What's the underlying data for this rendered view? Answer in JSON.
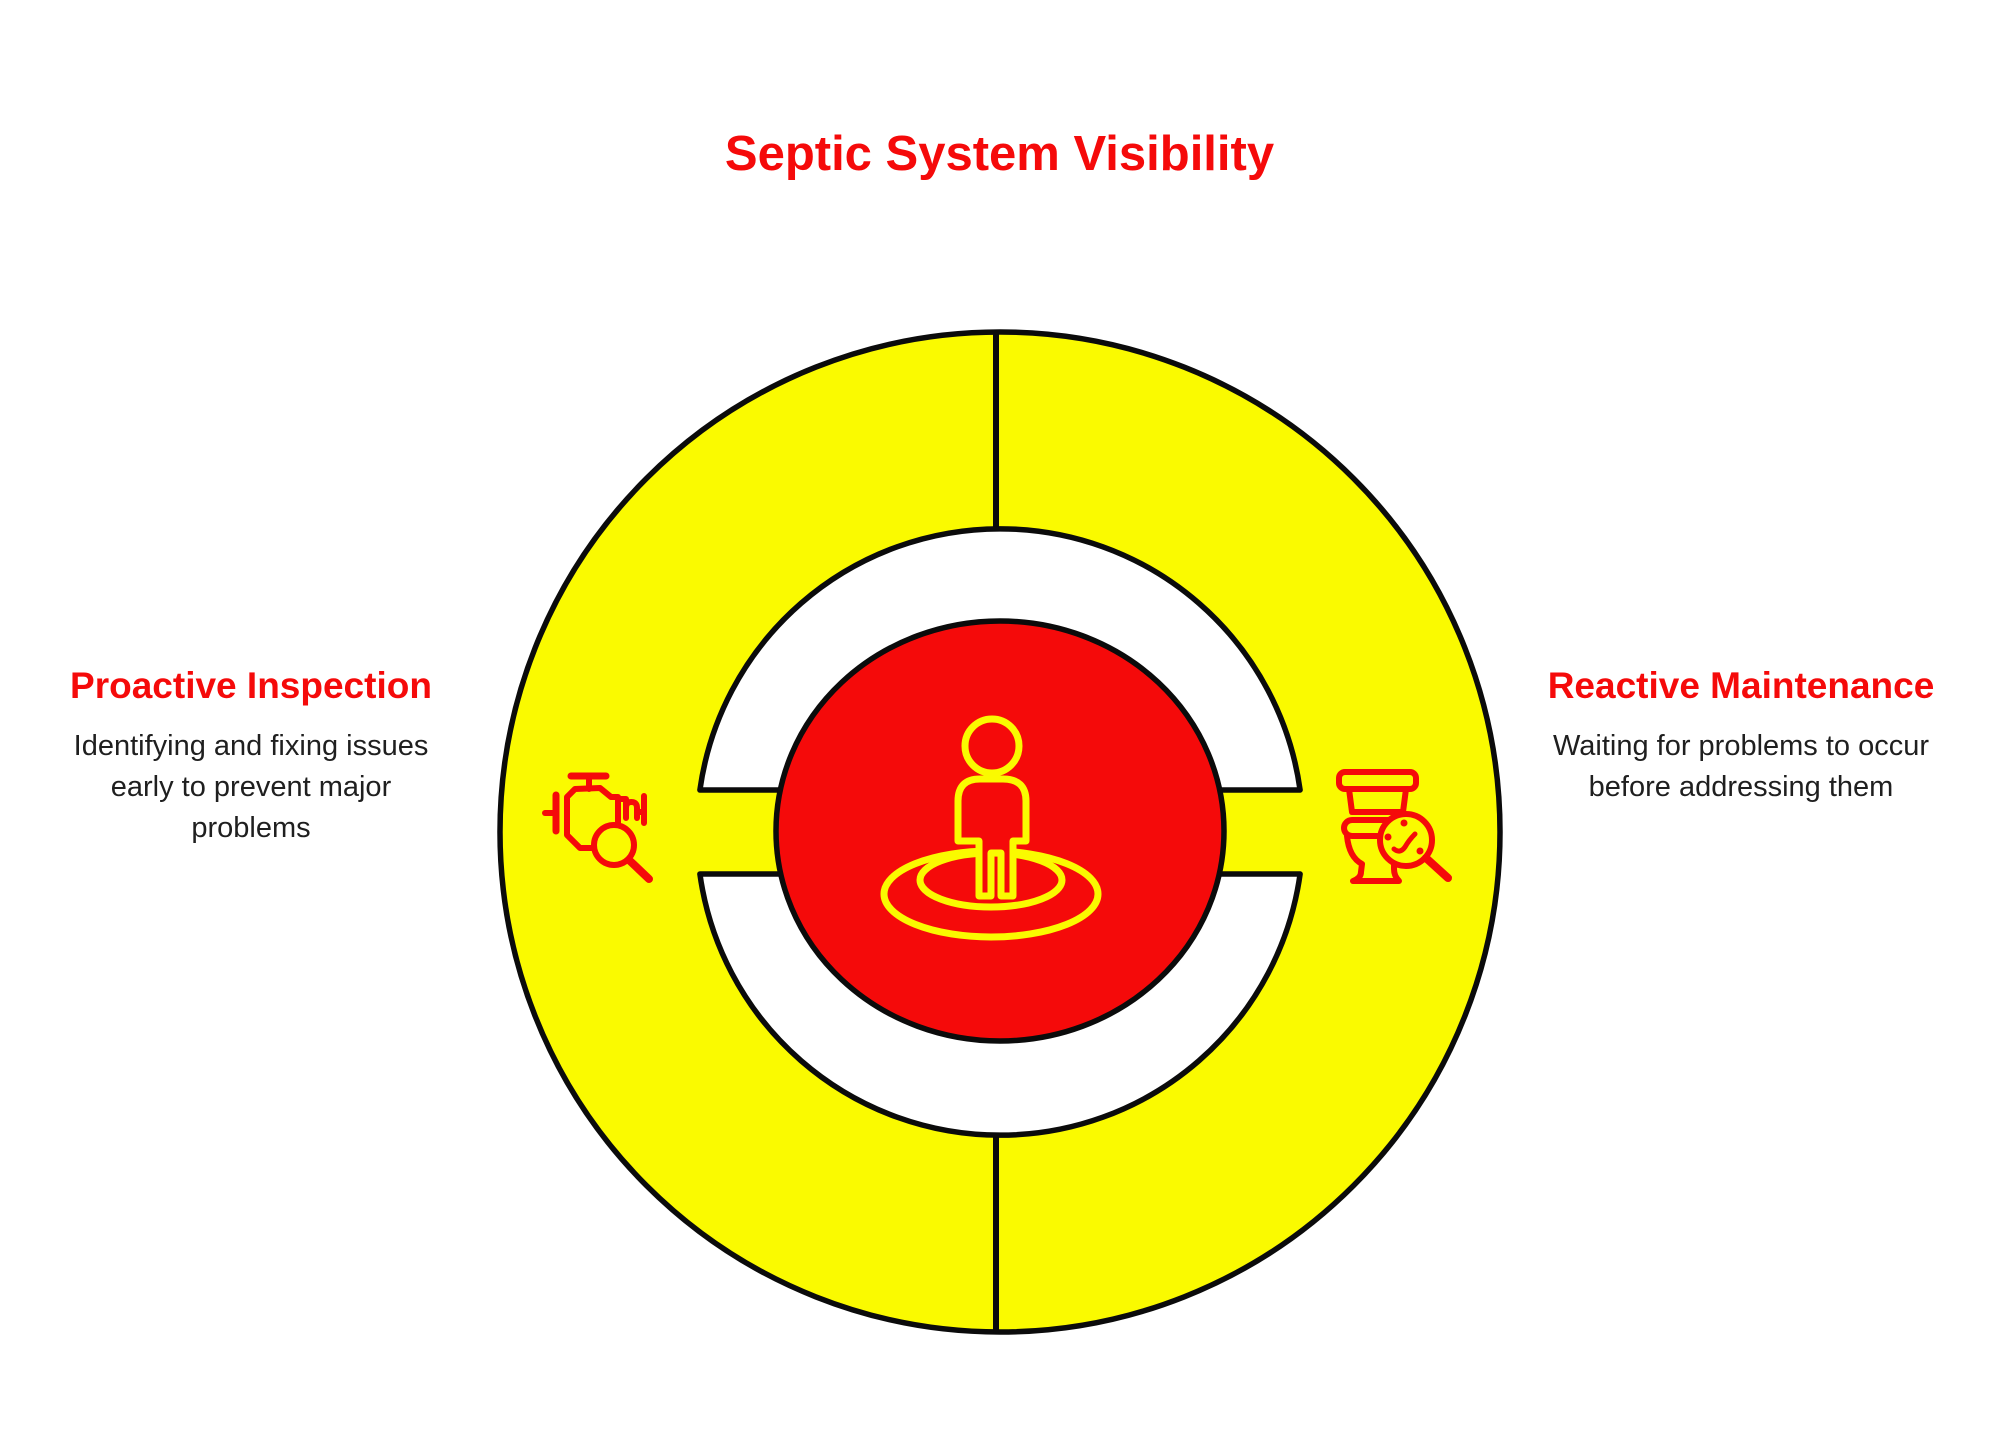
{
  "title": "Septic System Visibility",
  "colors": {
    "red": "#f50a0a",
    "yellow": "#fafa00",
    "outline": "#0b0b0b",
    "body_text": "#1f1f1f",
    "background": "#ffffff"
  },
  "segments": {
    "left": {
      "heading": "Proactive Inspection",
      "description": "Identifying and fixing issues early to prevent major problems",
      "icon": "engine-inspection-icon"
    },
    "right": {
      "heading": "Reactive Maintenance",
      "description": "Waiting for problems to occur before addressing them",
      "icon": "toilet-germs-inspection-icon"
    }
  },
  "center": {
    "icon": "person-location-icon"
  }
}
